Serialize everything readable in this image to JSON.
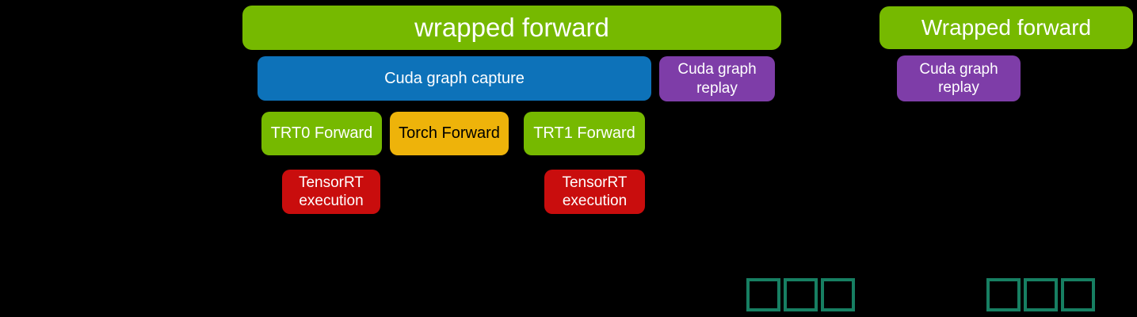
{
  "diagram": {
    "background": "#000000",
    "capture_side": {
      "wrapped_forward": "wrapped forward",
      "cuda_graph_capture": "Cuda graph capture",
      "cuda_graph_replay": "Cuda graph\nreplay",
      "trt0_forward": "TRT0 Forward",
      "torch_forward": "Torch Forward",
      "trt1_forward": "TRT1 Forward",
      "tensorrt_execution_left": "TensorRT\nexecution",
      "tensorrt_execution_right": "TensorRT\nexecution",
      "tensor_slot_count": 3
    },
    "replay_side": {
      "wrapped_forward": "Wrapped forward",
      "cuda_graph_replay": "Cuda graph\nreplay",
      "tensor_slot_count": 3
    },
    "colors": {
      "nvidia_green": "#76b900",
      "blue": "#0d72b9",
      "purple": "#7e3da8",
      "yellow": "#eeb30a",
      "red": "#c90d0d",
      "slot_border_teal": "#177f62",
      "text_light": "#ffffff",
      "text_dark": "#000000"
    }
  }
}
